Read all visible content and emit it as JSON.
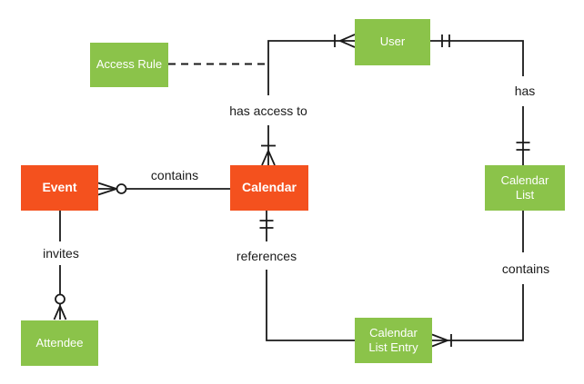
{
  "colors": {
    "orange": "#F4511E",
    "green": "#8BC34A",
    "line": "#1A1A1A",
    "background": "#FFFFFF",
    "box_text": "#FFFFFF",
    "label_text": "#1A1A1A"
  },
  "diagram": {
    "type": "entity-relationship",
    "entities": {
      "event": {
        "label": "Event",
        "color": "orange"
      },
      "calendar": {
        "label": "Calendar",
        "color": "orange"
      },
      "access_rule": {
        "label": "Access Rule",
        "color": "green"
      },
      "user": {
        "label": "User",
        "color": "green"
      },
      "calendar_list": {
        "label": "Calendar List",
        "color": "green"
      },
      "attendee": {
        "label": "Attendee",
        "color": "green"
      },
      "calendar_list_entry": {
        "label": "Calendar List Entry",
        "color": "green"
      }
    },
    "relationships": {
      "calendar_contains_event": {
        "label": "contains",
        "from": "Calendar",
        "to": "Event",
        "to_cardinality": "zero-or-many",
        "from_cardinality": "none",
        "style": "solid"
      },
      "event_invites_attendee": {
        "label": "invites",
        "from": "Event",
        "to": "Attendee",
        "to_cardinality": "zero-or-many",
        "from_cardinality": "none",
        "style": "solid"
      },
      "calendar_has_access_to_user": {
        "label": "has access to",
        "from": "Calendar",
        "to": "User",
        "from_cardinality": "one-or-many",
        "to_cardinality": "one-or-many",
        "style": "solid"
      },
      "user_has_calendar_list": {
        "label": "has",
        "from": "User",
        "to": "Calendar List",
        "from_cardinality": "exactly-one",
        "to_cardinality": "exactly-one",
        "style": "solid"
      },
      "calendar_list_contains_entry": {
        "label": "contains",
        "from": "Calendar List",
        "to": "Calendar List Entry",
        "from_cardinality": "none",
        "to_cardinality": "one-or-many",
        "style": "solid"
      },
      "entry_references_calendar": {
        "label": "references",
        "from": "Calendar",
        "to": "Calendar List Entry",
        "from_cardinality": "exactly-one",
        "to_cardinality": "none",
        "style": "solid"
      },
      "access_rule_link": {
        "label": "",
        "from": "Access Rule",
        "to": "has access to connector",
        "from_cardinality": "none",
        "to_cardinality": "none",
        "style": "dashed"
      }
    }
  }
}
